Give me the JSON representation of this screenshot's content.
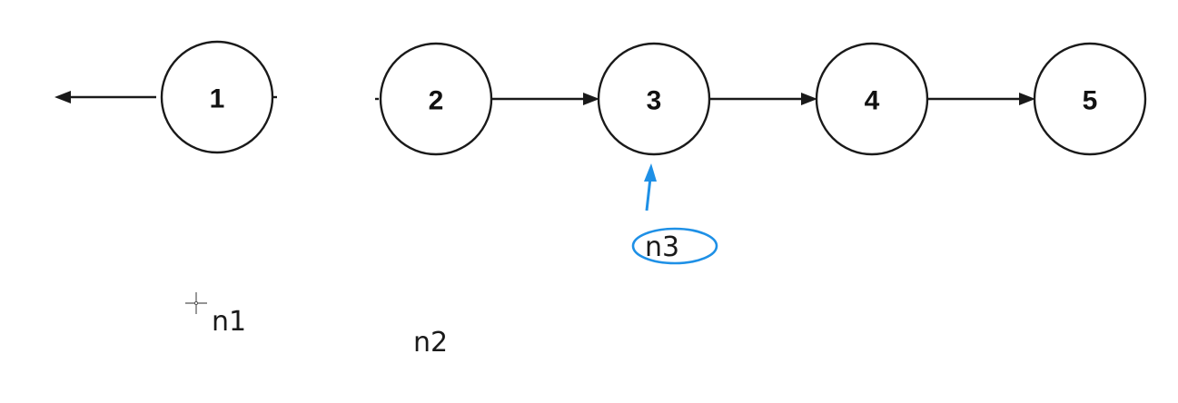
{
  "nodes": [
    {
      "id": "node-1",
      "label": "1"
    },
    {
      "id": "node-2",
      "label": "2"
    },
    {
      "id": "node-3",
      "label": "3"
    },
    {
      "id": "node-4",
      "label": "4"
    },
    {
      "id": "node-5",
      "label": "5"
    }
  ],
  "edges": [
    {
      "from": "node-1",
      "to": "left-off",
      "direction": "left"
    },
    {
      "from": "node-2",
      "to": "node-3"
    },
    {
      "from": "node-3",
      "to": "node-4"
    },
    {
      "from": "node-4",
      "to": "node-5"
    }
  ],
  "pointers": {
    "n1": "n1",
    "n2": "n2",
    "n3": "n3"
  },
  "colors": {
    "stroke": "#1a1a1a",
    "highlight": "#1e90e6"
  }
}
